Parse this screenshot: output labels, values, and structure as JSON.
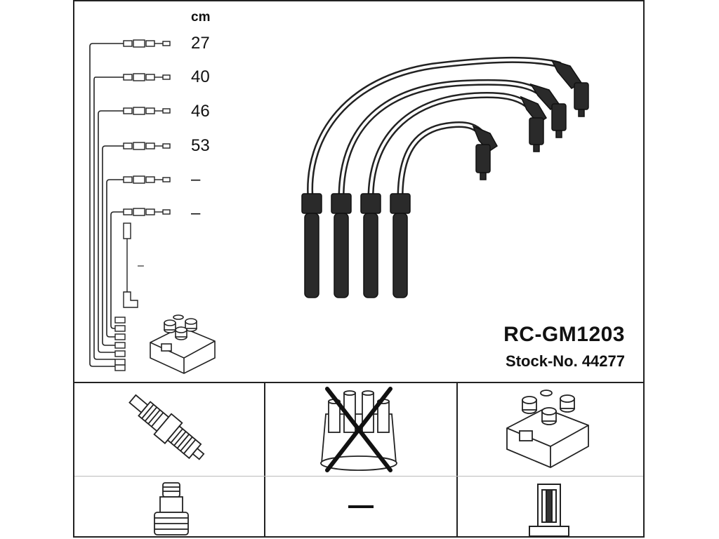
{
  "unit_label": "cm",
  "lengths": [
    "27",
    "40",
    "46",
    "53",
    "–",
    "–"
  ],
  "extra_length": "–",
  "product": {
    "code": "RC-GM1203",
    "stock_label": "Stock-No. 44277"
  },
  "compatibility": {
    "ignition_lead_label": "–",
    "icons": [
      "spark-plug-icon",
      "distributor-cap-crossed-icon",
      "ignition-coil-icon",
      "plug-boot-icon",
      "dash-icon",
      "coil-connector-icon"
    ]
  }
}
